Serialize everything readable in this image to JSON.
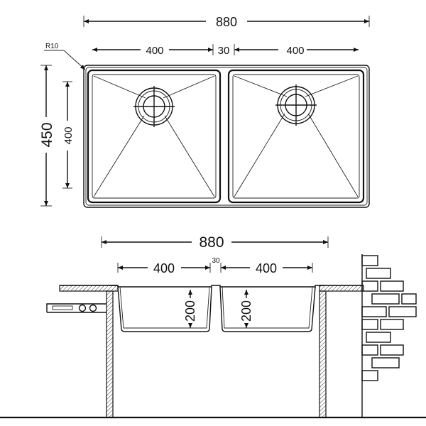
{
  "top_view": {
    "overall_width": "880",
    "bowl_left_width": "400",
    "gap": "30",
    "bowl_right_width": "400",
    "overall_depth": "450",
    "bowl_depth": "400",
    "corner_radius": "R10"
  },
  "side_view": {
    "overall_width": "880",
    "gap": "30",
    "bowl_left_width": "400",
    "bowl_right_width": "400",
    "bowl_left_height": "200",
    "bowl_right_height": "200"
  },
  "colors": {
    "line": "#111111",
    "background": "#ffffff"
  }
}
